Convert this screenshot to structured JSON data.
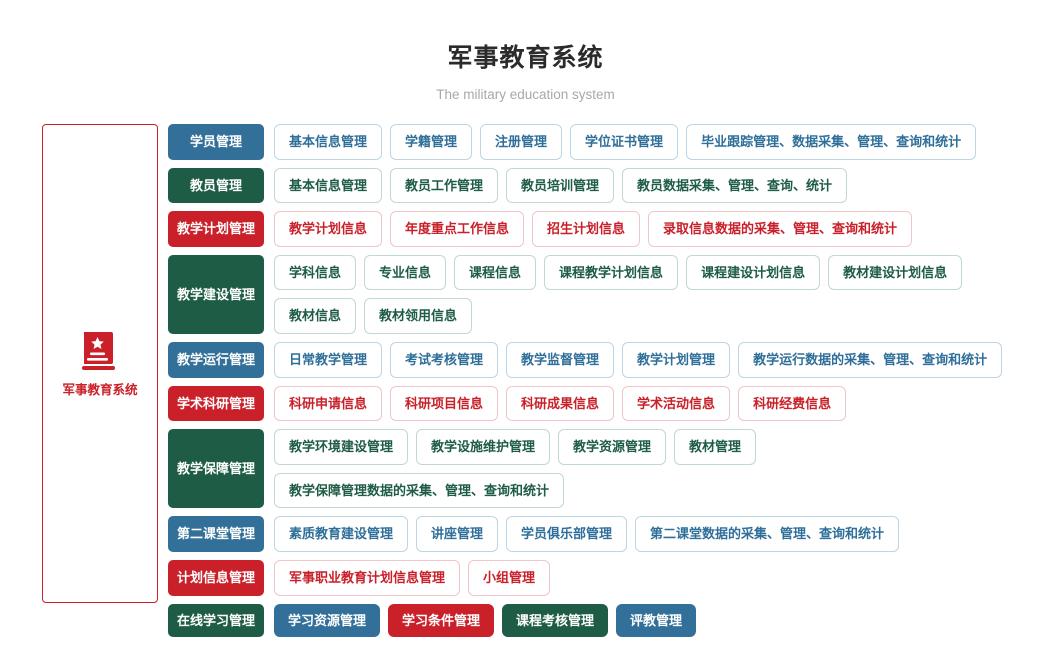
{
  "header": {
    "title": "军事教育系统",
    "subtitle": "The military education system"
  },
  "sidebar": {
    "icon": "military-book-icon",
    "label": "军事教育系统",
    "border_color": "#c9202a"
  },
  "colors": {
    "blue": "#337099",
    "green": "#1e5c45",
    "red": "#c9202a",
    "title": "#2b2b2b",
    "subtitle": "#a8a8a8"
  },
  "rows": [
    {
      "category": "学员管理",
      "color": "blue",
      "children_filled": false,
      "children": [
        "基本信息管理",
        "学籍管理",
        "注册管理",
        "学位证书管理",
        "毕业跟踪管理、数据采集、管理、查询和统计"
      ]
    },
    {
      "category": "教员管理",
      "color": "green",
      "children_filled": false,
      "children": [
        "基本信息管理",
        "教员工作管理",
        "教员培训管理",
        "教员数据采集、管理、查询、统计"
      ]
    },
    {
      "category": "教学计划管理",
      "color": "red",
      "children_filled": false,
      "children": [
        "教学计划信息",
        "年度重点工作信息",
        "招生计划信息",
        "录取信息数据的采集、管理、查询和统计"
      ]
    },
    {
      "category": "教学建设管理",
      "color": "green",
      "children_filled": false,
      "children": [
        "学科信息",
        "专业信息",
        "课程信息",
        "课程教学计划信息",
        "课程建设计划信息",
        "教材建设计划信息",
        "教材信息",
        "教材领用信息"
      ]
    },
    {
      "category": "教学运行管理",
      "color": "blue",
      "children_filled": false,
      "children": [
        "日常教学管理",
        "考试考核管理",
        "教学监督管理",
        "教学计划管理",
        "教学运行数据的采集、管理、查询和统计"
      ]
    },
    {
      "category": "学术科研管理",
      "color": "red",
      "children_filled": false,
      "children": [
        "科研申请信息",
        "科研项目信息",
        "科研成果信息",
        "学术活动信息",
        "科研经费信息"
      ]
    },
    {
      "category": "教学保障管理",
      "color": "green",
      "children_filled": false,
      "children": [
        "教学环境建设管理",
        "教学设施维护管理",
        "教学资源管理",
        "教材管理",
        "教学保障管理数据的采集、管理、查询和统计"
      ]
    },
    {
      "category": "第二课堂管理",
      "color": "blue",
      "children_filled": false,
      "children": [
        "素质教育建设管理",
        "讲座管理",
        "学员俱乐部管理",
        "第二课堂数据的采集、管理、查询和统计"
      ]
    },
    {
      "category": "计划信息管理",
      "color": "red",
      "children_filled": false,
      "children": [
        "军事职业教育计划信息管理",
        "小组管理"
      ]
    },
    {
      "category": "在线学习管理",
      "color": "green",
      "children_filled": true,
      "children": [
        "学习资源管理",
        "学习条件管理",
        "课程考核管理",
        "评教管理"
      ],
      "children_colors": [
        "blue",
        "red",
        "green",
        "blue"
      ]
    }
  ]
}
